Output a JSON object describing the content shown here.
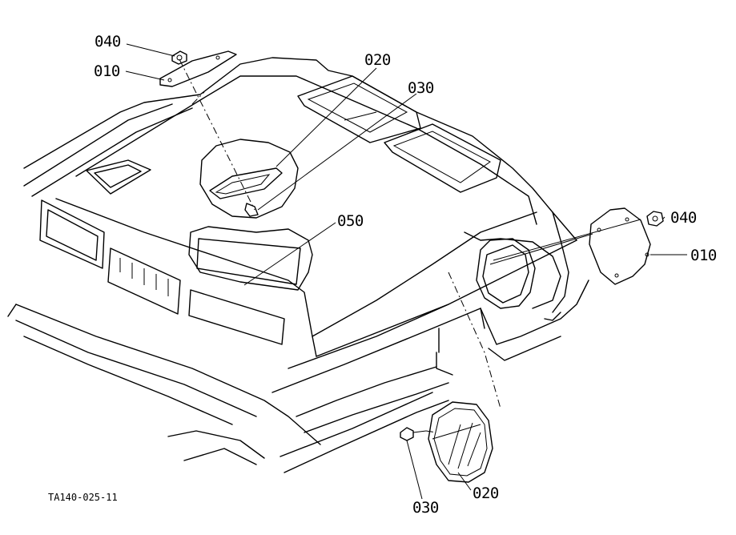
{
  "labels": {
    "roof_lamp_lens_top": "010",
    "roof_lamp_nut_top": "040",
    "speaker_grille_center": "020",
    "speaker_screw_center": "030",
    "sunvisor_panel": "050",
    "speaker_nut_right": "040",
    "speaker_cover_right": "010",
    "speaker_screw_bottom": "030",
    "speaker_grille_bottom": "020"
  },
  "drawing_code": "TA140-025-11"
}
